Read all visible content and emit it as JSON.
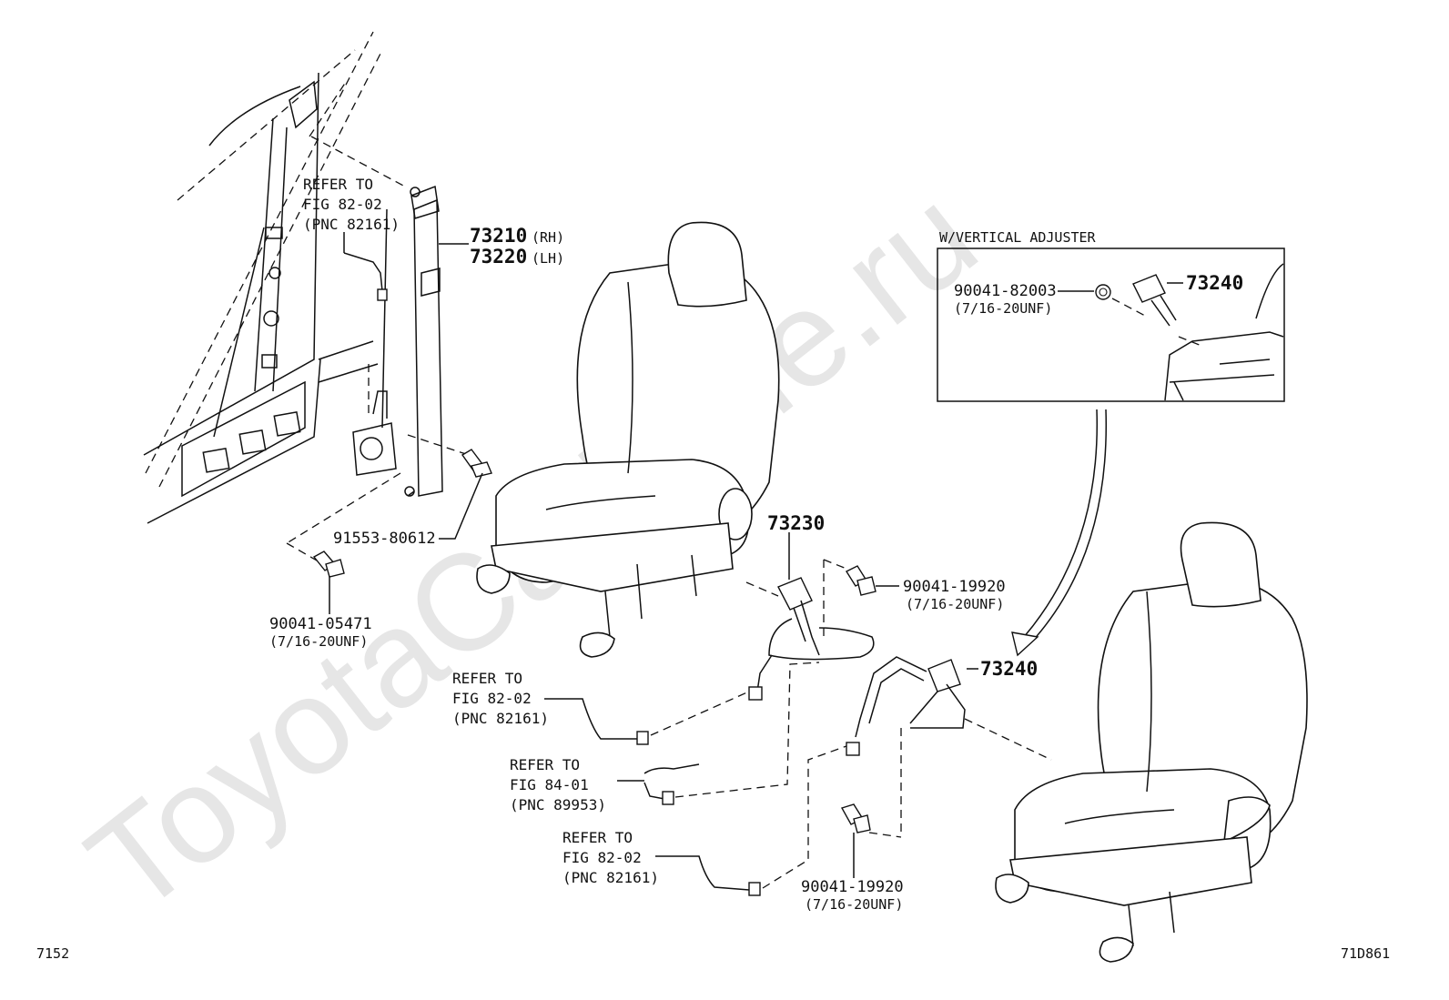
{
  "watermark": "ToyotaCarMine.ru",
  "page_code_left": "7152",
  "page_code_right": "71D861",
  "inset": {
    "title": "W/VERTICAL ADJUSTER"
  },
  "labels": {
    "belt_rh": "73210",
    "belt_rh_side": "(RH)",
    "belt_lh": "73220",
    "belt_lh_side": "(LH)",
    "buckle_left": "73230",
    "buckle_right": "73240",
    "buckle_inset": "73240",
    "bolt_pillar": "91553-80612",
    "bolt_lower": "90041-05471",
    "bolt_lower_spec": "(7/16-20UNF)",
    "bolt_buckle": "90041-19920",
    "bolt_buckle_spec": "(7/16-20UNF)",
    "bolt_bottom": "90041-19920",
    "bolt_bottom_spec": "(7/16-20UNF)",
    "nut_inset": "90041-82003",
    "nut_inset_spec": "(7/16-20UNF)"
  },
  "refs": [
    {
      "line1": "REFER TO",
      "line2": "FIG 82-02",
      "line3": "(PNC 82161)"
    },
    {
      "line1": "REFER TO",
      "line2": "FIG 82-02",
      "line3": "(PNC 82161)"
    },
    {
      "line1": "REFER TO",
      "line2": "FIG 84-01",
      "line3": "(PNC 89953)"
    },
    {
      "line1": "REFER TO",
      "line2": "FIG 82-02",
      "line3": "(PNC 82161)"
    }
  ]
}
